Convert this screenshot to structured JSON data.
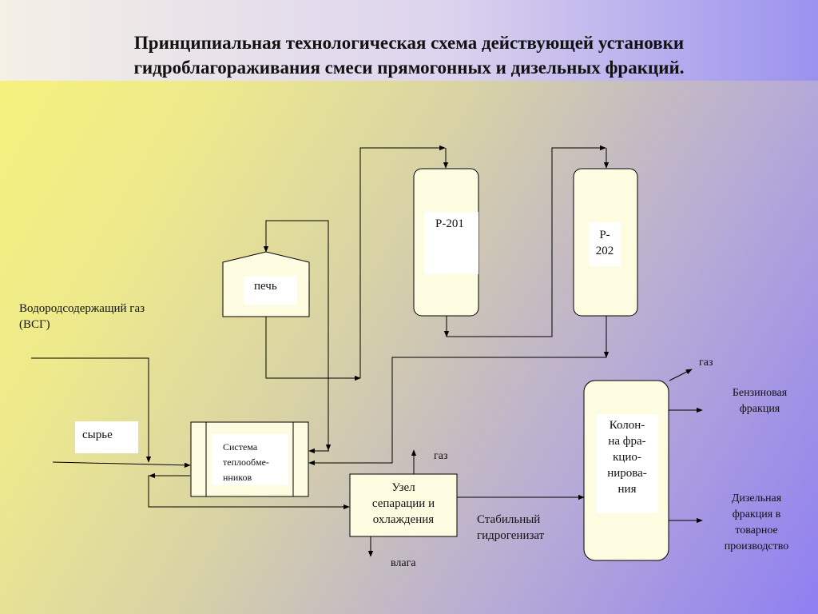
{
  "title": {
    "line1": "Принципиальная технологическая схема   действующей установки",
    "line2": "гидроблагораживания смеси прямогонных и дизельных фракций."
  },
  "labels": {
    "vsg_line1": "Водородсодержащий газ",
    "vsg_line2": "(ВСГ)",
    "feed": "сырье",
    "furnace": "печь",
    "reactor1": "Р-201",
    "reactor2_line1": "Р-",
    "reactor2_line2": "202",
    "heat_exchangers": [
      "Система",
      "теплообме-",
      "нников"
    ],
    "separation": [
      "Узел",
      "сепарации и",
      "охлаждения"
    ],
    "gas_separation": "газ",
    "moisture": "влага",
    "stable_hydrogenate": [
      "Стабильный",
      "гидрогенизат"
    ],
    "column": [
      "Колон-",
      "на  фра-",
      "кцио-",
      "нирова-",
      "ния"
    ],
    "gas_column": "газ",
    "gasoline": [
      "Бензиновая",
      "фракция"
    ],
    "diesel": [
      "Дизельная",
      "фракция в",
      "товарное",
      "производство"
    ]
  },
  "colors": {
    "line": "#000000",
    "equipment_fill": "#fefce0",
    "label_box": "#ffffff"
  }
}
